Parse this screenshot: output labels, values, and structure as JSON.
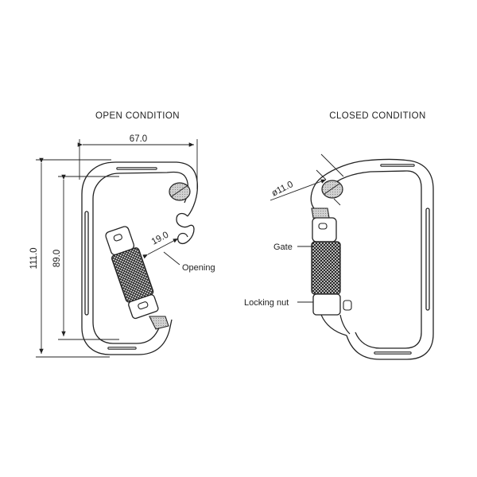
{
  "titles": {
    "open": "OPEN CONDITION",
    "closed": "CLOSED CONDITION"
  },
  "dimensions": {
    "width": "67.0",
    "height_total": "111.0",
    "height_inner": "89.0",
    "opening": "19.0",
    "diameter": "ø11.0"
  },
  "labels": {
    "opening": "Opening",
    "gate": "Gate",
    "locking_nut": "Locking nut"
  },
  "colors": {
    "line": "#222222",
    "knurl_dark": "#2a2a2a",
    "pin_fill": "#bdbdbd"
  }
}
